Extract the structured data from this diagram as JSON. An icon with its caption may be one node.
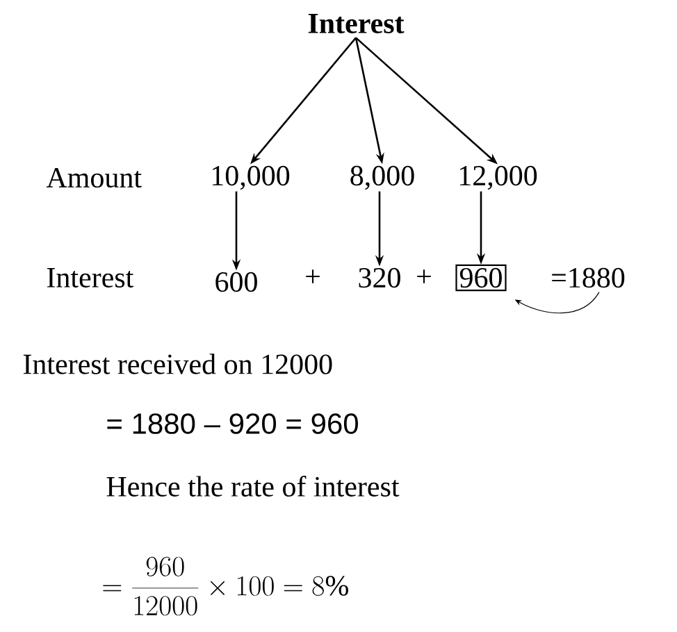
{
  "diagram": {
    "nodes": [
      {
        "text": [
          "Interest"
        ]
      },
      {
        "text": [
          "10,000"
        ]
      },
      {
        "text": [
          "8,000"
        ]
      },
      {
        "text": [
          "12,000"
        ]
      },
      {
        "text": [
          "600"
        ]
      },
      {
        "text": [
          "320"
        ]
      },
      {
        "text": [
          "960"
        ]
      },
      {
        "text": [
          "=1880"
        ]
      }
    ],
    "edges": [
      {
        "from": 0,
        "to": 1,
        "arrow": "to"
      },
      {
        "from": 0,
        "to": 2,
        "arrow": "to"
      },
      {
        "from": 0,
        "to": 3,
        "arrow": "to"
      },
      {
        "from": 1,
        "to": 4,
        "arrow": "to"
      },
      {
        "from": 2,
        "to": 5,
        "arrow": "to"
      },
      {
        "from": 3,
        "to": 6,
        "arrow": "to"
      },
      {
        "from": 7,
        "to": 6,
        "arrow": "to"
      }
    ],
    "labels": [
      "Amount",
      "Interest",
      "+",
      "+",
      "Interest received on 12000",
      "= 1880 – 920 = 960",
      "Hence the rate of interest",
      "= \\frac{960}{12000}\\times 100 = 8\\%"
    ]
  }
}
